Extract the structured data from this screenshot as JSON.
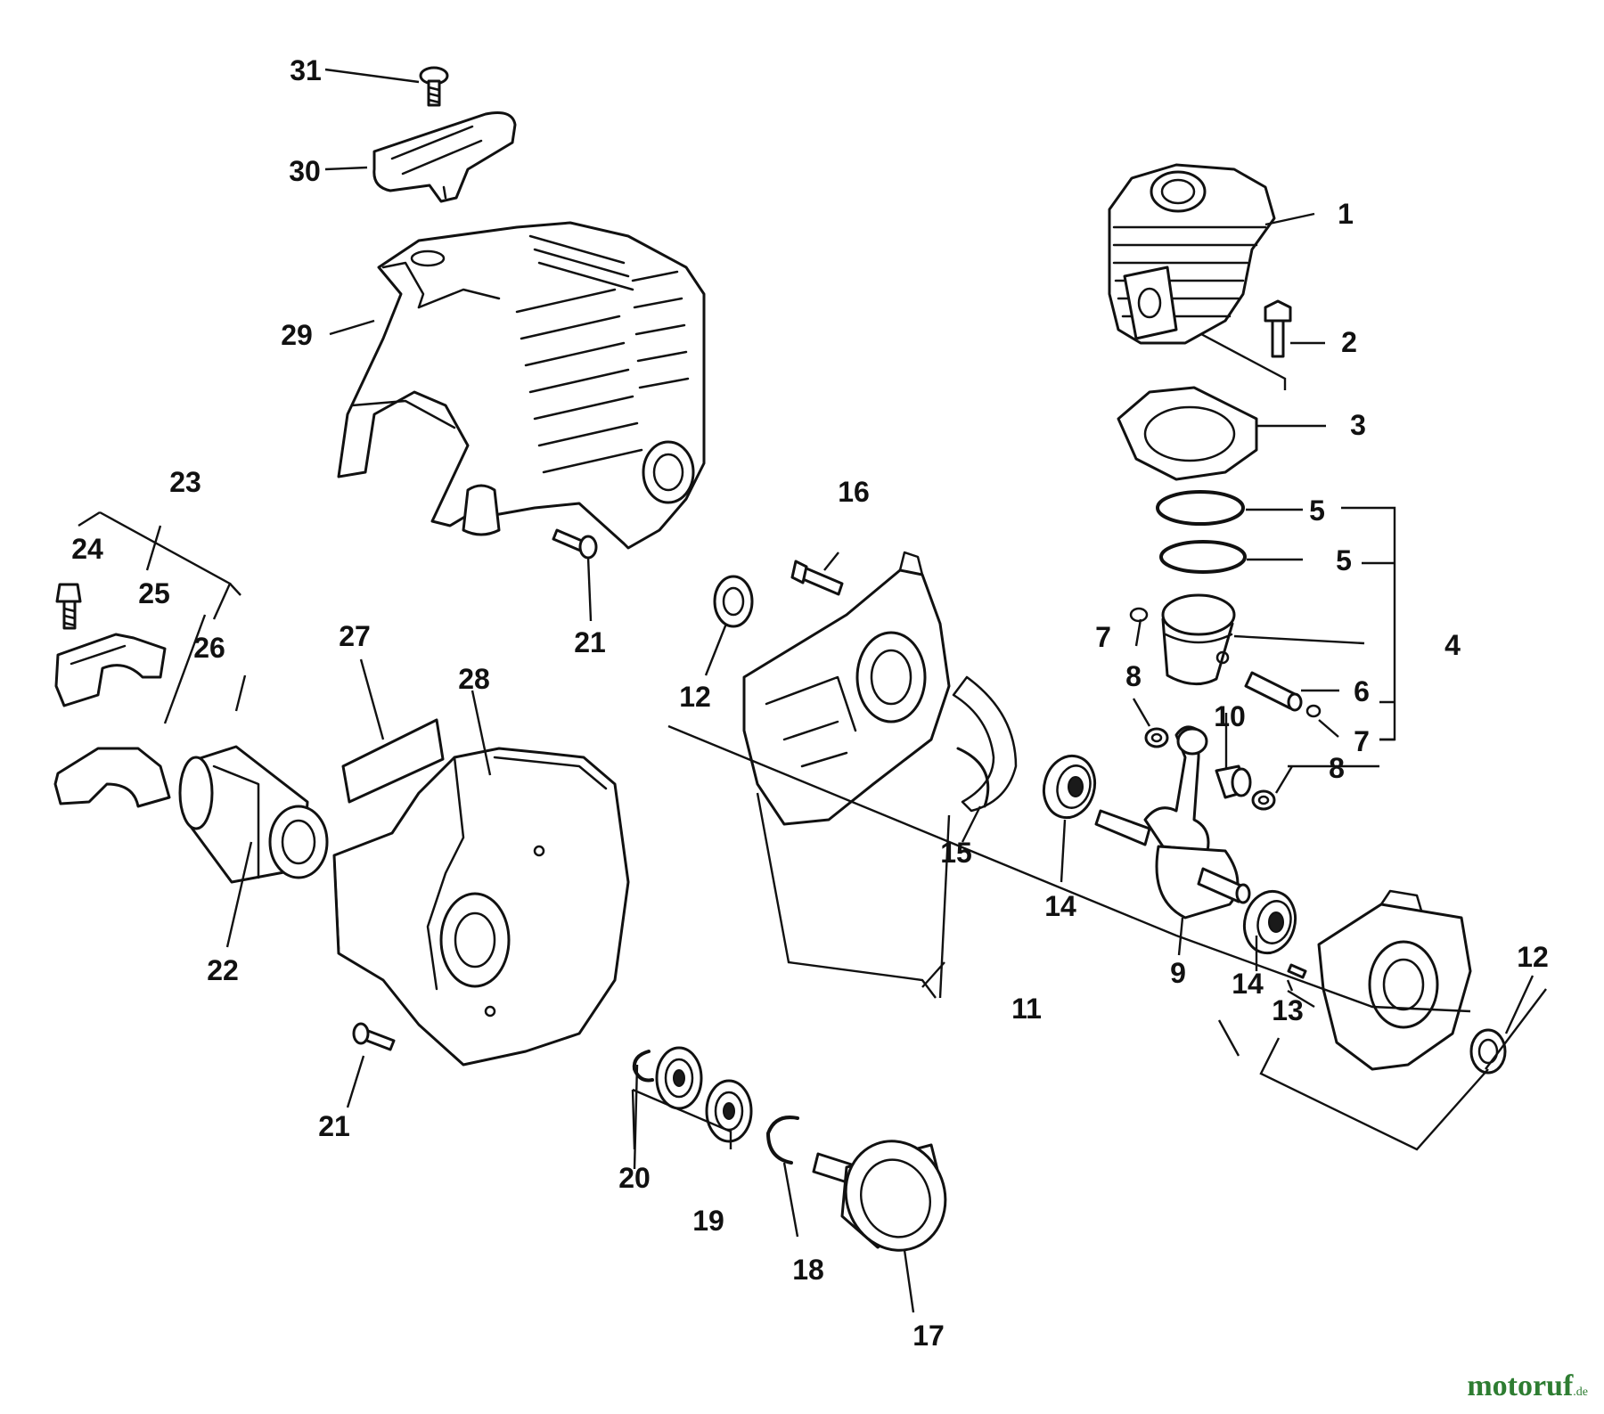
{
  "callouts": [
    {
      "id": "c1",
      "text": "1"
    },
    {
      "id": "c2",
      "text": "2"
    },
    {
      "id": "c3",
      "text": "3"
    },
    {
      "id": "c4",
      "text": "4"
    },
    {
      "id": "c5a",
      "text": "5"
    },
    {
      "id": "c5b",
      "text": "5"
    },
    {
      "id": "c6",
      "text": "6"
    },
    {
      "id": "c7a",
      "text": "7"
    },
    {
      "id": "c7b",
      "text": "7"
    },
    {
      "id": "c8a",
      "text": "8"
    },
    {
      "id": "c8b",
      "text": "8"
    },
    {
      "id": "c9",
      "text": "9"
    },
    {
      "id": "c10",
      "text": "10"
    },
    {
      "id": "c11",
      "text": "11"
    },
    {
      "id": "c12a",
      "text": "12"
    },
    {
      "id": "c12b",
      "text": "12"
    },
    {
      "id": "c13",
      "text": "13"
    },
    {
      "id": "c14a",
      "text": "14"
    },
    {
      "id": "c14b",
      "text": "14"
    },
    {
      "id": "c15",
      "text": "15"
    },
    {
      "id": "c16",
      "text": "16"
    },
    {
      "id": "c17",
      "text": "17"
    },
    {
      "id": "c18",
      "text": "18"
    },
    {
      "id": "c19",
      "text": "19"
    },
    {
      "id": "c20",
      "text": "20"
    },
    {
      "id": "c21a",
      "text": "21"
    },
    {
      "id": "c21b",
      "text": "21"
    },
    {
      "id": "c22",
      "text": "22"
    },
    {
      "id": "c23",
      "text": "23"
    },
    {
      "id": "c24",
      "text": "24"
    },
    {
      "id": "c25",
      "text": "25"
    },
    {
      "id": "c26",
      "text": "26"
    },
    {
      "id": "c27",
      "text": "27"
    },
    {
      "id": "c28",
      "text": "28"
    },
    {
      "id": "c29",
      "text": "29"
    },
    {
      "id": "c30",
      "text": "30"
    },
    {
      "id": "c31",
      "text": "31"
    }
  ],
  "watermark": {
    "brand": "motoruf",
    "tld": ".de"
  },
  "colors": {
    "line": "#111111",
    "background": "#ffffff",
    "watermark": "#2e7d32"
  }
}
